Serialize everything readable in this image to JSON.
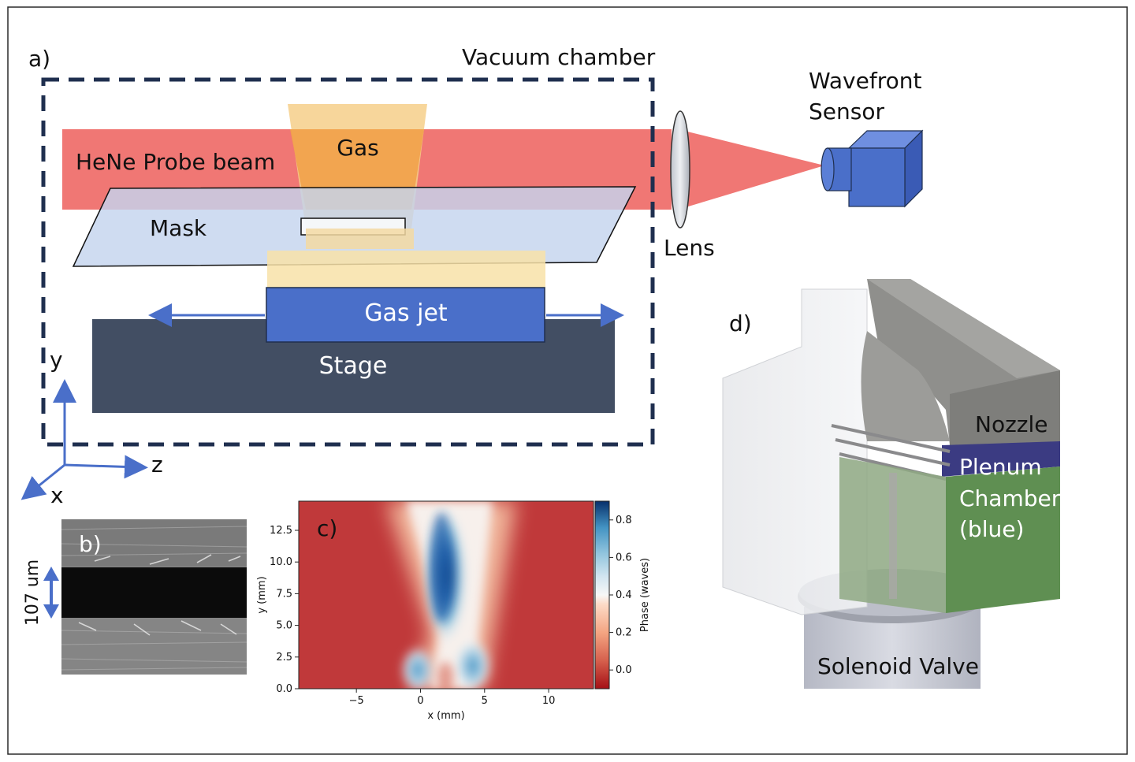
{
  "panels": {
    "a": {
      "panel_label": "a)",
      "vacuum_chamber": "Vacuum chamber",
      "wavefront_sensor": [
        "Wavefront",
        "Sensor"
      ],
      "gas": "Gas",
      "probe_beam": "HeNe Probe beam",
      "mask": "Mask",
      "lens": "Lens",
      "gas_jet": "Gas jet",
      "stage": "Stage",
      "axes": {
        "y": "y",
        "z": "z",
        "x": "x"
      }
    },
    "b": {
      "panel_label": "b)",
      "scale_label": "107 um"
    },
    "c": {
      "panel_label": "c)"
    },
    "d": {
      "panel_label": "d)",
      "nozzle": "Nozzle",
      "plenum": "Plenum",
      "chamber": [
        "Chamber",
        "(blue)"
      ],
      "solenoid_valve": "Solenoid Valve"
    }
  },
  "colors": {
    "beam": "#f07774",
    "mask": "#c5d4ee",
    "gas": "#f2a24a",
    "gas_jet": "#4a6fc9",
    "stage": "#424e63",
    "chamber_dash": "#1f2f4f",
    "sensor": "#4a6fc9",
    "nozzle": "#8f8f8c",
    "plenum": "#3b3b82",
    "chamber_green": "#5f8f52",
    "valve": "#c7c9d3"
  },
  "chart_data": {
    "type": "heatmap",
    "panel": "c",
    "xlabel": "x (mm)",
    "ylabel": "y (mm)",
    "xlim": [
      -9.5,
      13.5
    ],
    "ylim": [
      0.0,
      14.8
    ],
    "x_ticks": [
      "−5",
      "0",
      "5",
      "10"
    ],
    "x_tick_values": [
      -5,
      0,
      5,
      10
    ],
    "y_ticks": [
      "0.0",
      "2.5",
      "5.0",
      "7.5",
      "10.0",
      "12.5"
    ],
    "y_tick_values": [
      0.0,
      2.5,
      5.0,
      7.5,
      10.0,
      12.5
    ],
    "colorbar": {
      "label": "Phase (waves)",
      "range": [
        -0.1,
        0.9
      ],
      "ticks": [
        "0.0",
        "0.2",
        "0.4",
        "0.6",
        "0.8"
      ],
      "tick_values": [
        0.0,
        0.2,
        0.4,
        0.6,
        0.8
      ],
      "colormap": "RdBu"
    }
  }
}
